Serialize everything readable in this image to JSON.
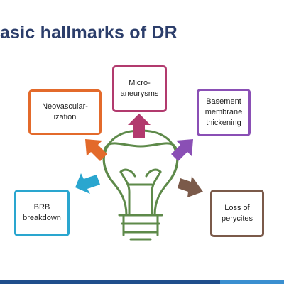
{
  "slide": {
    "title": "asic hallmarks of DR"
  },
  "hallmarks": [
    {
      "id": "neovascularization",
      "label": "Neovascular-\nization",
      "color": "#e36a2b"
    },
    {
      "id": "microaneurysms",
      "label": "Micro-\naneurysms",
      "color": "#b23a6e"
    },
    {
      "id": "basement-membrane",
      "label": "Basement\nmembrane\nthickening",
      "color": "#8a4fb5"
    },
    {
      "id": "brb-breakdown",
      "label": "BRB\nbreakdown",
      "color": "#2aa6cf"
    },
    {
      "id": "loss-of-pericytes",
      "label": "Loss of\nperycites",
      "color": "#7b5a4a"
    }
  ],
  "colors": {
    "bulb": "#5e8a4a",
    "title": "#2c3e6b",
    "footer_dark": "#1f4e8c",
    "footer_light": "#3a8fd0"
  },
  "icons": {
    "center": "lightbulb-icon"
  }
}
